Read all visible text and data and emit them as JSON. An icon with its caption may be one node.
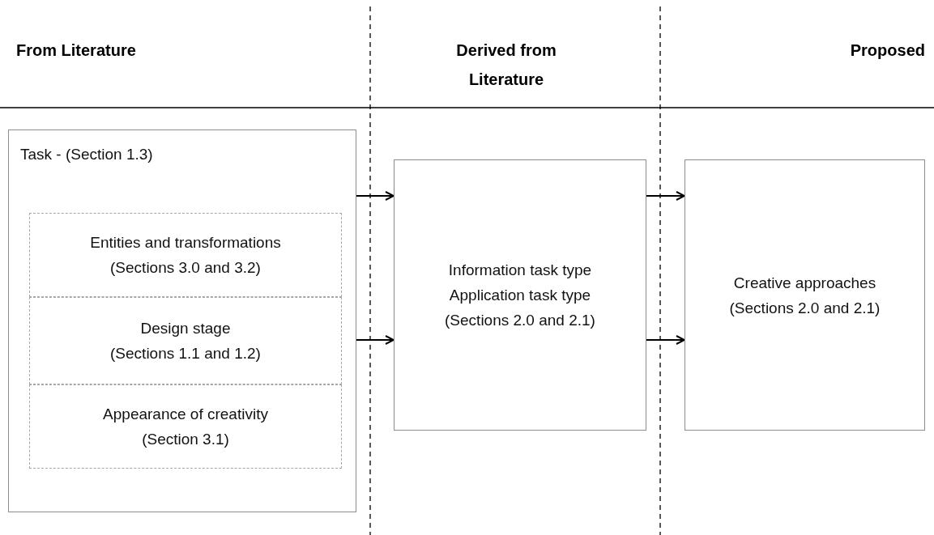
{
  "diagram": {
    "nodes": [
      {
        "text": [
          "Task - (Section 1.3)"
        ]
      },
      {
        "text": [
          "Entities and transformations",
          "(Sections 3.0 and 3.2)"
        ],
        "in": 0
      },
      {
        "text": [
          "Design stage",
          "(Sections 1.1 and 1.2)"
        ],
        "in": 0
      },
      {
        "text": [
          "Appearance of creativity",
          "(Section 3.1)"
        ],
        "in": 0
      },
      {
        "text": [
          "Information task type",
          "Application task type",
          "(Sections 2.0 and 2.1)"
        ]
      },
      {
        "text": [
          "Creative approaches",
          "(Sections 2.0 and 2.1)"
        ]
      }
    ],
    "edges": [
      {
        "from": 0,
        "to": 4,
        "arrow": "to"
      },
      {
        "from": 0,
        "to": 4,
        "arrow": "to"
      },
      {
        "from": 4,
        "to": 5,
        "arrow": "to"
      },
      {
        "from": 4,
        "to": 5,
        "arrow": "to"
      }
    ],
    "labels": [
      "From Literature",
      "Derived from Literature",
      "Proposed"
    ]
  }
}
